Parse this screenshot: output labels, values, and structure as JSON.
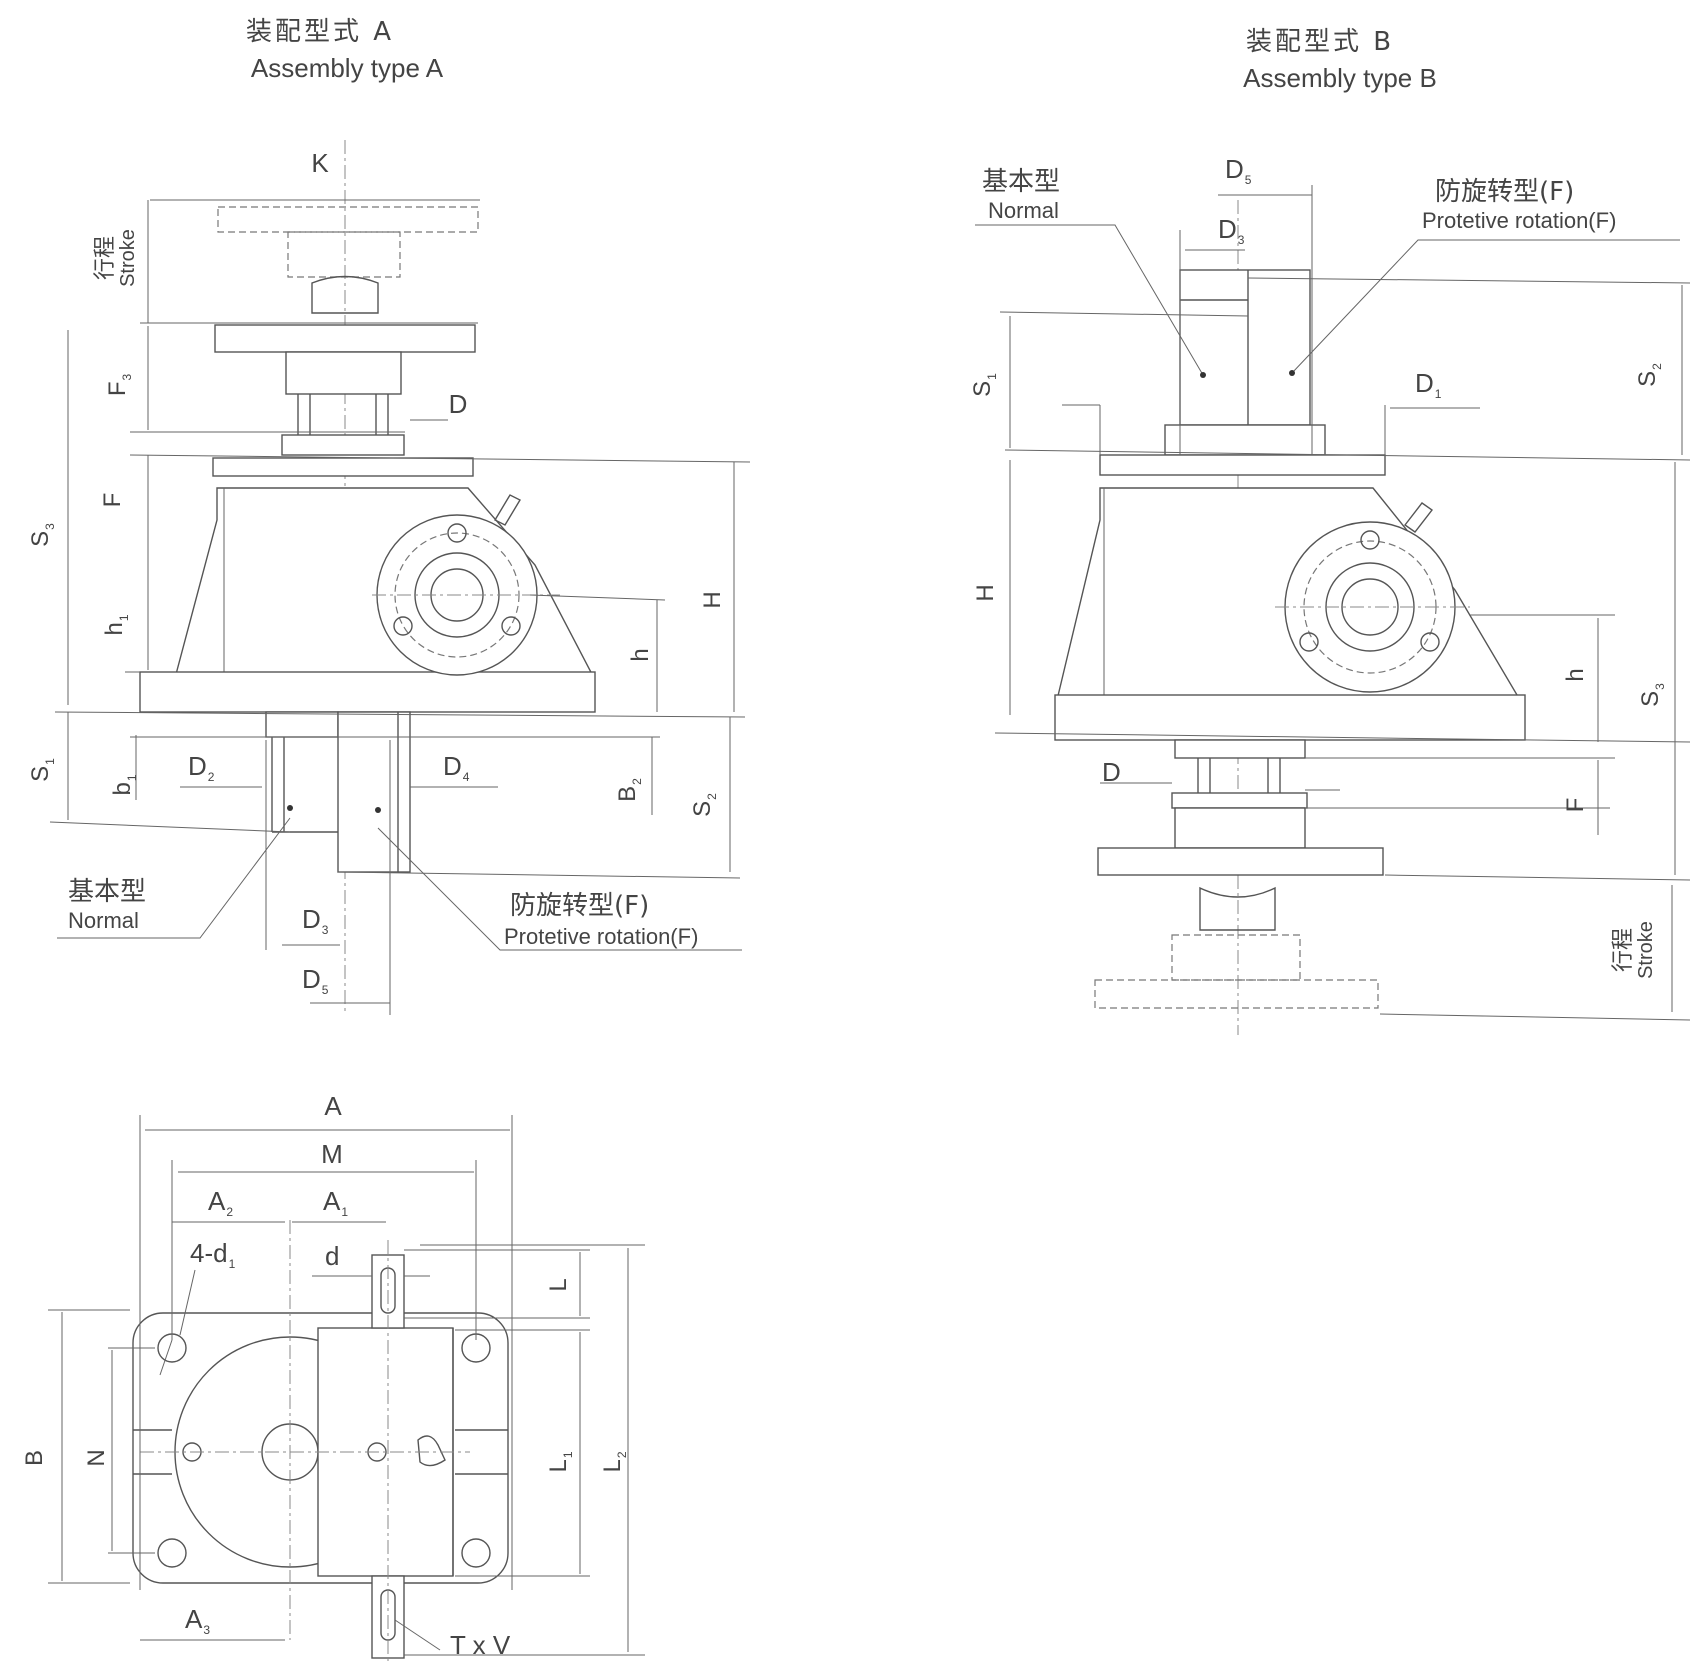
{
  "assembly_a": {
    "title_cn": "装配型式 A",
    "title_en": "Assembly type A",
    "labels": {
      "K": "K",
      "stroke_cn": "行程",
      "stroke_en": "Stroke",
      "F3": "F",
      "F3_sub": "3",
      "D": "D",
      "F": "F",
      "S3": "S",
      "S3_sub": "3",
      "h1": "h",
      "h1_sub": "1",
      "h": "h",
      "H": "H",
      "S1": "S",
      "S1_sub": "1",
      "b1": "b",
      "b1_sub": "1",
      "D2": "D",
      "D2_sub": "2",
      "D4": "D",
      "D4_sub": "4",
      "B2": "B",
      "B2_sub": "2",
      "S2": "S",
      "S2_sub": "2",
      "D3": "D",
      "D3_sub": "3",
      "D5": "D",
      "D5_sub": "5",
      "normal_cn": "基本型",
      "normal_en": "Normal",
      "protective_cn": "防旋转型(F)",
      "protective_en": "Protetive rotation(F)"
    }
  },
  "assembly_b": {
    "title_cn": "装配型式 B",
    "title_en": "Assembly type B",
    "labels": {
      "normal_cn": "基本型",
      "normal_en": "Normal",
      "protective_cn": "防旋转型(F)",
      "protective_en": "Protetive rotation(F)",
      "D5": "D",
      "D5_sub": "5",
      "D3": "D",
      "D3_sub": "3",
      "D1": "D",
      "D1_sub": "1",
      "S1": "S",
      "S1_sub": "1",
      "S2": "S",
      "S2_sub": "2",
      "H": "H",
      "h": "h",
      "S3": "S",
      "S3_sub": "3",
      "D": "D",
      "F": "F",
      "stroke_cn": "行程",
      "stroke_en": "Stroke"
    }
  },
  "top_view": {
    "labels": {
      "A": "A",
      "M": "M",
      "A2": "A",
      "A2_sub": "2",
      "A1": "A",
      "A1_sub": "1",
      "four_d1": "4-d",
      "four_d1_sub": "1",
      "d": "d",
      "L": "L",
      "B": "B",
      "N": "N",
      "L1": "L",
      "L1_sub": "1",
      "L2": "L",
      "L2_sub": "2",
      "A3": "A",
      "A3_sub": "3",
      "TxV": "T x V"
    }
  }
}
